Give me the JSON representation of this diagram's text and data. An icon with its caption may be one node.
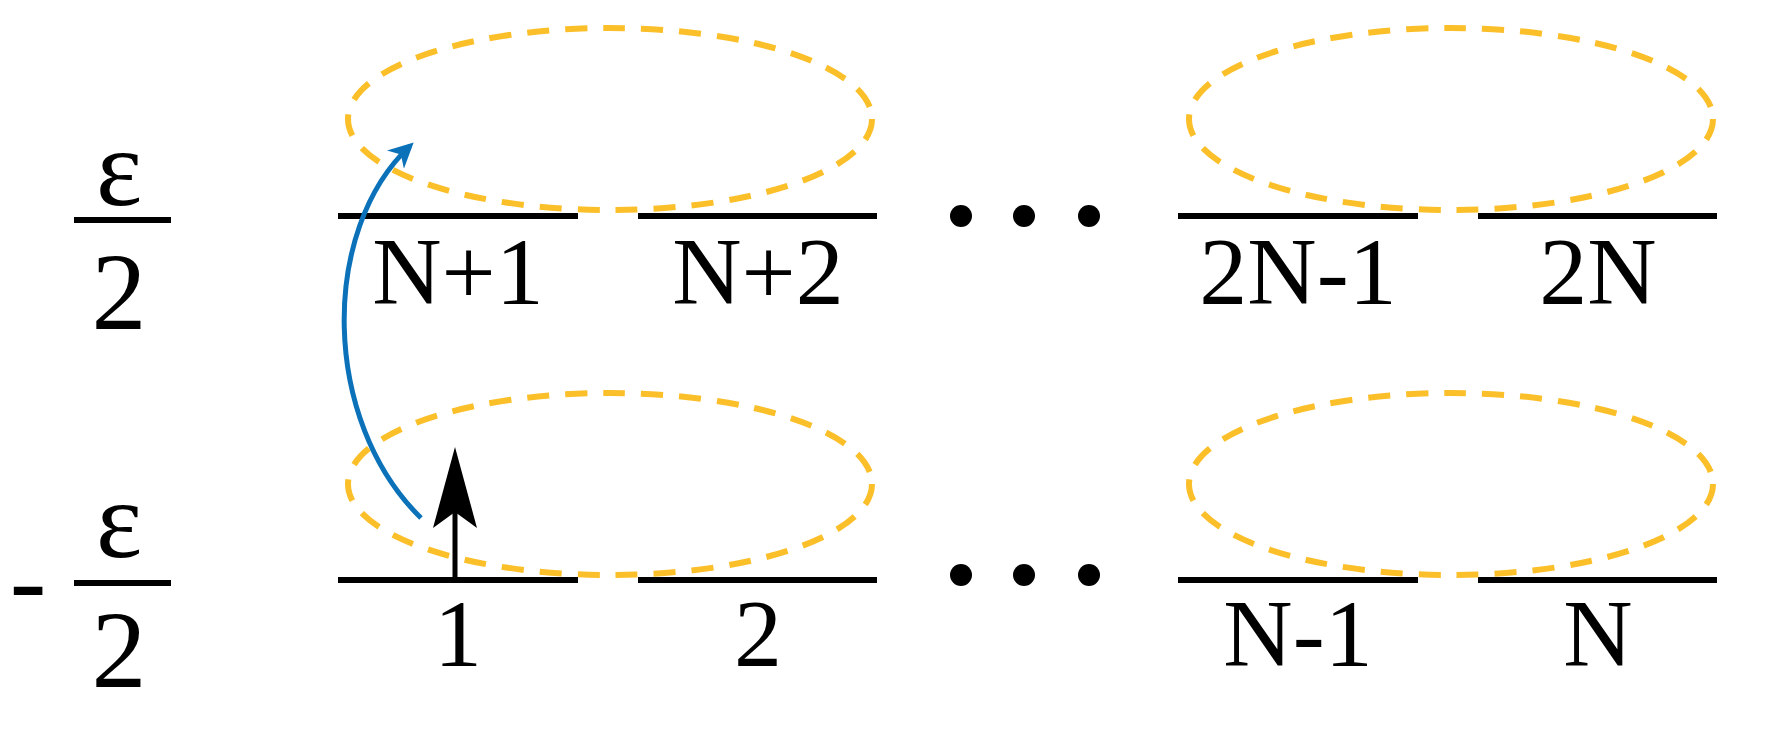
{
  "diagram": {
    "nodes": [
      {
        "text": [],
        "shape": "ellipse"
      },
      {
        "text": [],
        "shape": "ellipse"
      },
      {
        "text": [],
        "shape": "ellipse"
      },
      {
        "text": [],
        "shape": "ellipse"
      }
    ],
    "edges": [
      {
        "from": 2,
        "to": 0,
        "arrow": "to",
        "color": "#0b72b9"
      }
    ],
    "labels": [
      "ε",
      "2",
      "N+1",
      "N+2",
      "2N-1",
      "2N",
      "-",
      "ε",
      "2",
      "1",
      "2",
      "N-1",
      "N"
    ]
  }
}
